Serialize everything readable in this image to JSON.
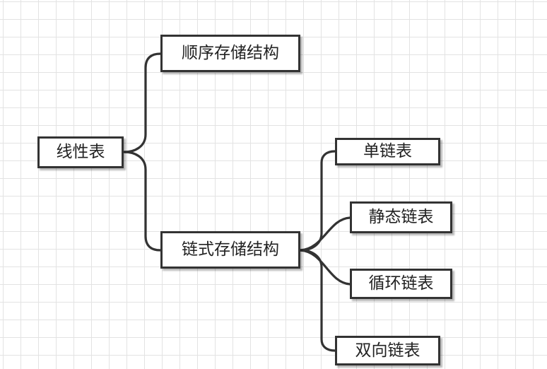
{
  "diagram": {
    "root": {
      "label": "线性表"
    },
    "sequential": {
      "label": "顺序存储结构"
    },
    "linked": {
      "label": "链式存储结构"
    },
    "linked_children": {
      "single": {
        "label": "单链表"
      },
      "static": {
        "label": "静态链表"
      },
      "circular": {
        "label": "循环链表"
      },
      "doubly": {
        "label": "双向链表"
      }
    }
  },
  "colors": {
    "line": "#333333",
    "node_border": "#333333",
    "node_fill": "#ffffff",
    "grid": "#e3e3e3",
    "text": "#222222"
  }
}
